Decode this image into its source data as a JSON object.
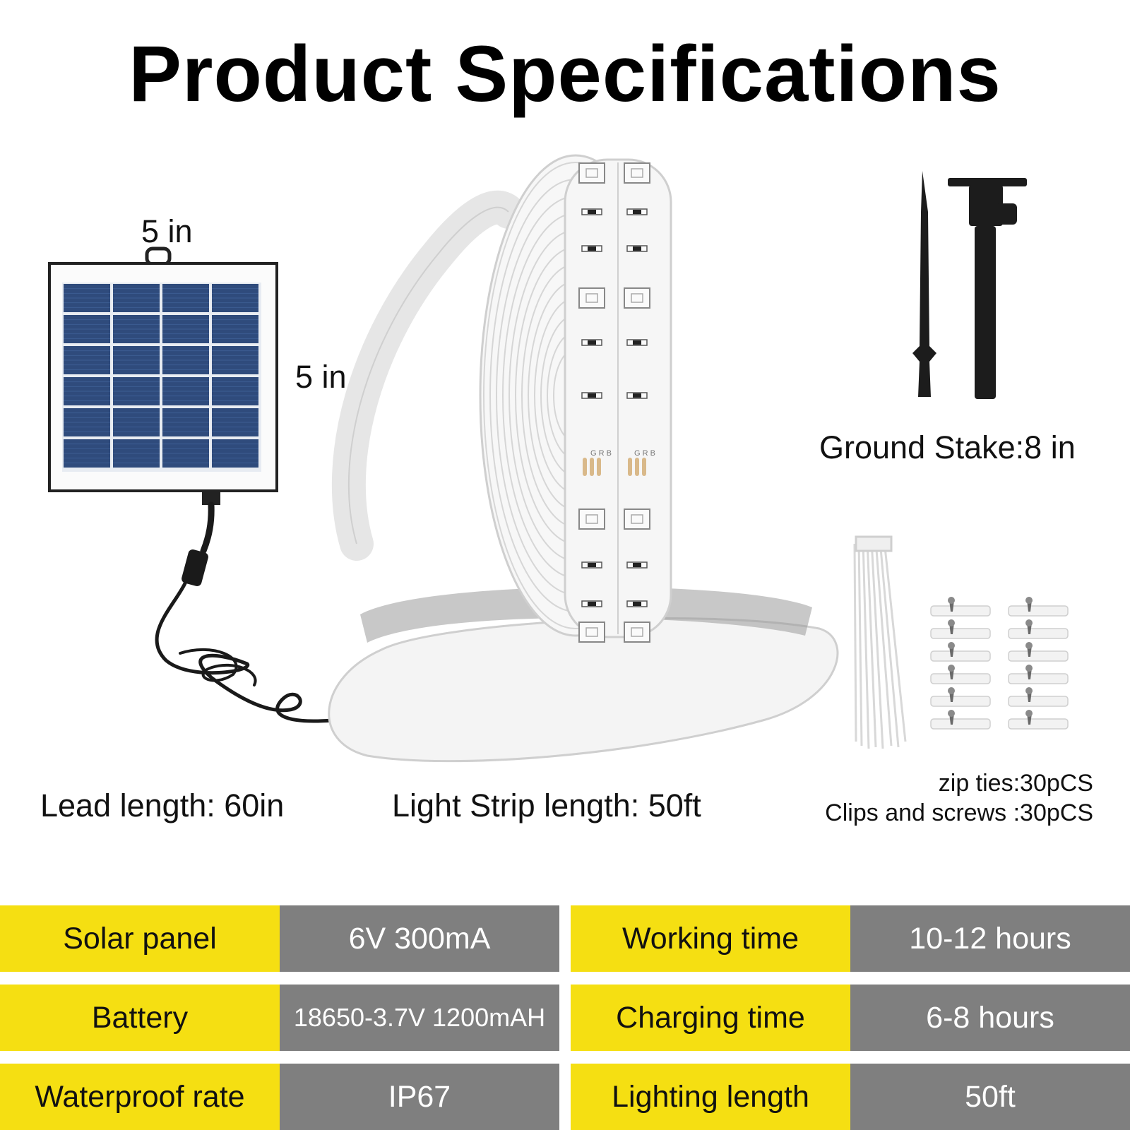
{
  "title": "Product Specifications",
  "labels": {
    "panel_width": "5 in",
    "panel_height": "5 in",
    "ground_stake": "Ground Stake:8 in",
    "lead_length": "Lead length: 60in",
    "strip_length": "Light Strip length: 50ft",
    "zip_ties": "zip ties:30pCS",
    "clips": "Clips and screws :30pCS"
  },
  "strip_markings": [
    "G",
    "R",
    "B"
  ],
  "specs": [
    {
      "left_key": "Solar panel",
      "left_value": "6V 300mA",
      "right_key": "Working time",
      "right_value": "10-12 hours"
    },
    {
      "left_key": "Battery",
      "left_value": "18650-3.7V 1200mAH",
      "right_key": "Charging time",
      "right_value": "6-8 hours"
    },
    {
      "left_key": "Waterproof rate",
      "left_value": "IP67",
      "right_key": "Lighting length",
      "right_value": "50ft"
    }
  ],
  "colors": {
    "key_bg": "#f5df12",
    "value_bg": "#7f7f7f",
    "panel_cell": "#2f4b7c"
  }
}
